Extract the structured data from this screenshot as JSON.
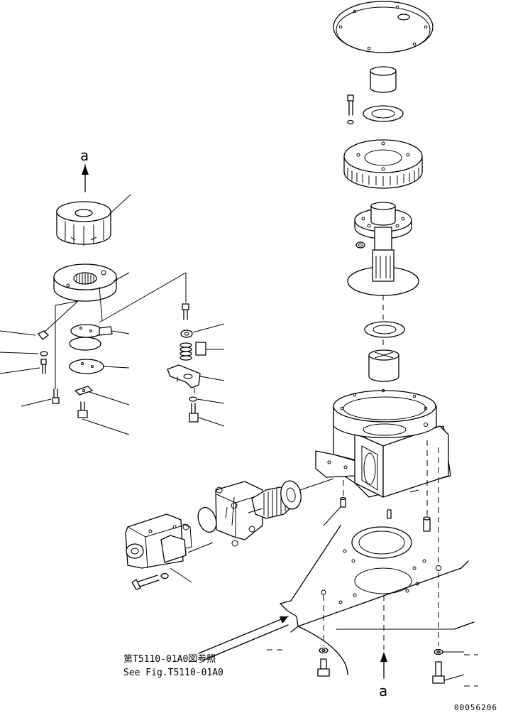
{
  "arrow_labels": {
    "top_left": "a",
    "bottom_center": "a"
  },
  "reference_note": {
    "line_jp": "第T5110-01A0図参照",
    "line_en": "See Fig.T5110-01A0"
  },
  "drawing_number": "00056206",
  "colors": {
    "ink": "#000000",
    "paper": "#ffffff"
  }
}
